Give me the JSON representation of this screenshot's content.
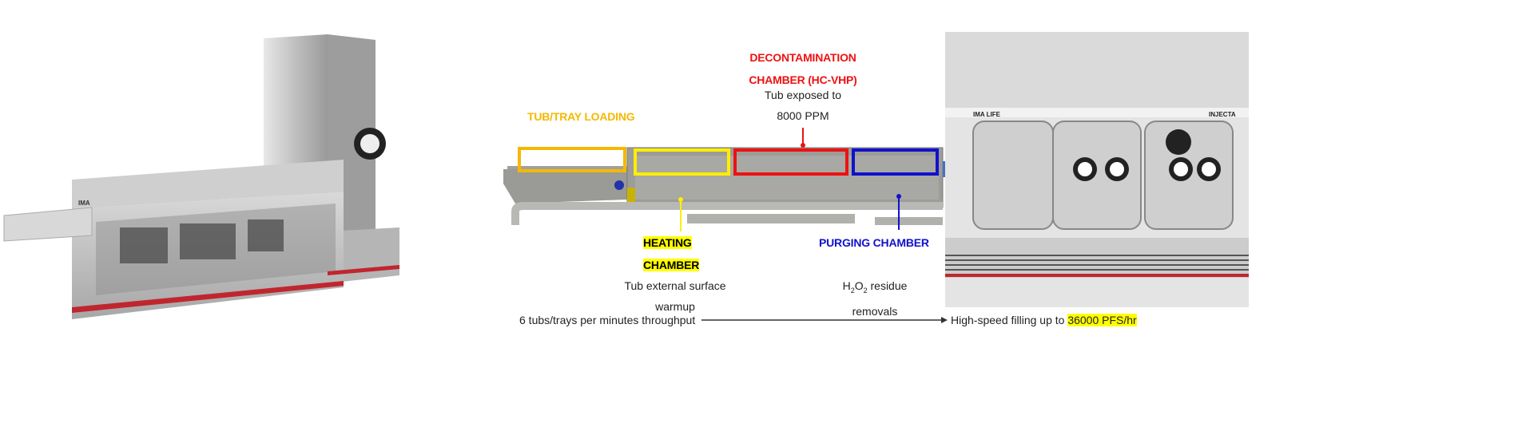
{
  "left_machine": {
    "brand": "IMA"
  },
  "labels": {
    "tub_tray_loading": "TUB/TRAY LOADING",
    "decon_line1": "DECONTAMINATION",
    "decon_line2": "CHAMBER (HC-VHP)",
    "decon_desc_line1": "Tub exposed to",
    "decon_desc_line2": "8000 PPM",
    "heating_line1": "HEATING",
    "heating_line2": "CHAMBER",
    "heating_desc_line1": "Tub external surface",
    "heating_desc_line2": "warmup",
    "purging": "PURGING CHAMBER",
    "purging_desc_line1_pre": "H",
    "purging_desc_sub1": "2",
    "purging_desc_mid": "O",
    "purging_desc_sub2": "2",
    "purging_desc_line1_post": " residue",
    "purging_desc_line2": "removals"
  },
  "footer": {
    "throughput": "6 tubs/trays per minutes throughput",
    "filling_prefix": "High-speed filling up to ",
    "filling_highlight": "36000 PFS/hr"
  },
  "right_machine": {
    "brand": "IMA LIFE",
    "model": "INJECTA"
  },
  "colors": {
    "loading": "#f5b800",
    "heating": "#ffee00",
    "decon": "#ee1111",
    "purging": "#1111cc",
    "arrow": "#4472c4"
  }
}
